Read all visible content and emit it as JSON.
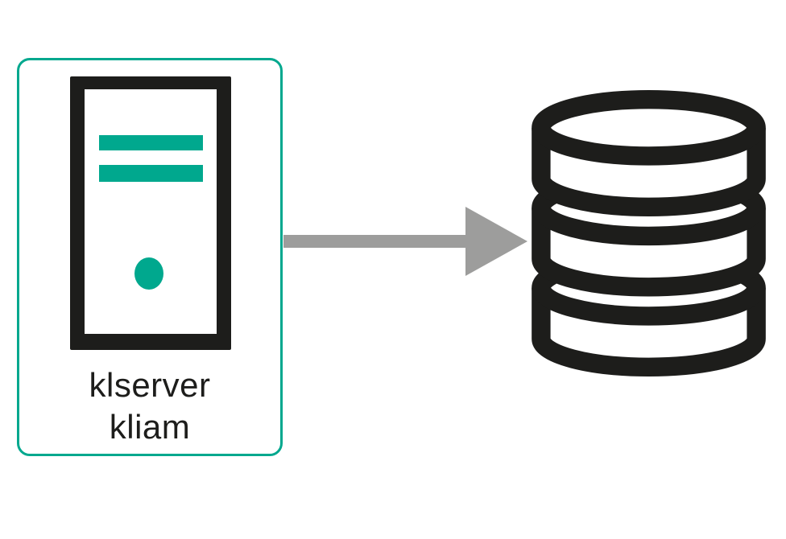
{
  "diagram": {
    "background": "#ffffff",
    "colors": {
      "teal": "#00a88e",
      "black": "#1d1d1b",
      "gray": "#9d9d9c",
      "white": "#ffffff"
    },
    "server_node": {
      "label_line1": "klserver",
      "label_line2": "kliam",
      "icon": "server-tower-icon",
      "border_color": "#00a88e"
    },
    "connector": {
      "type": "arrow-right",
      "color": "#9d9d9c"
    },
    "database_node": {
      "icon": "database-icon",
      "disk_count": 3,
      "color": "#1d1d1b"
    }
  }
}
